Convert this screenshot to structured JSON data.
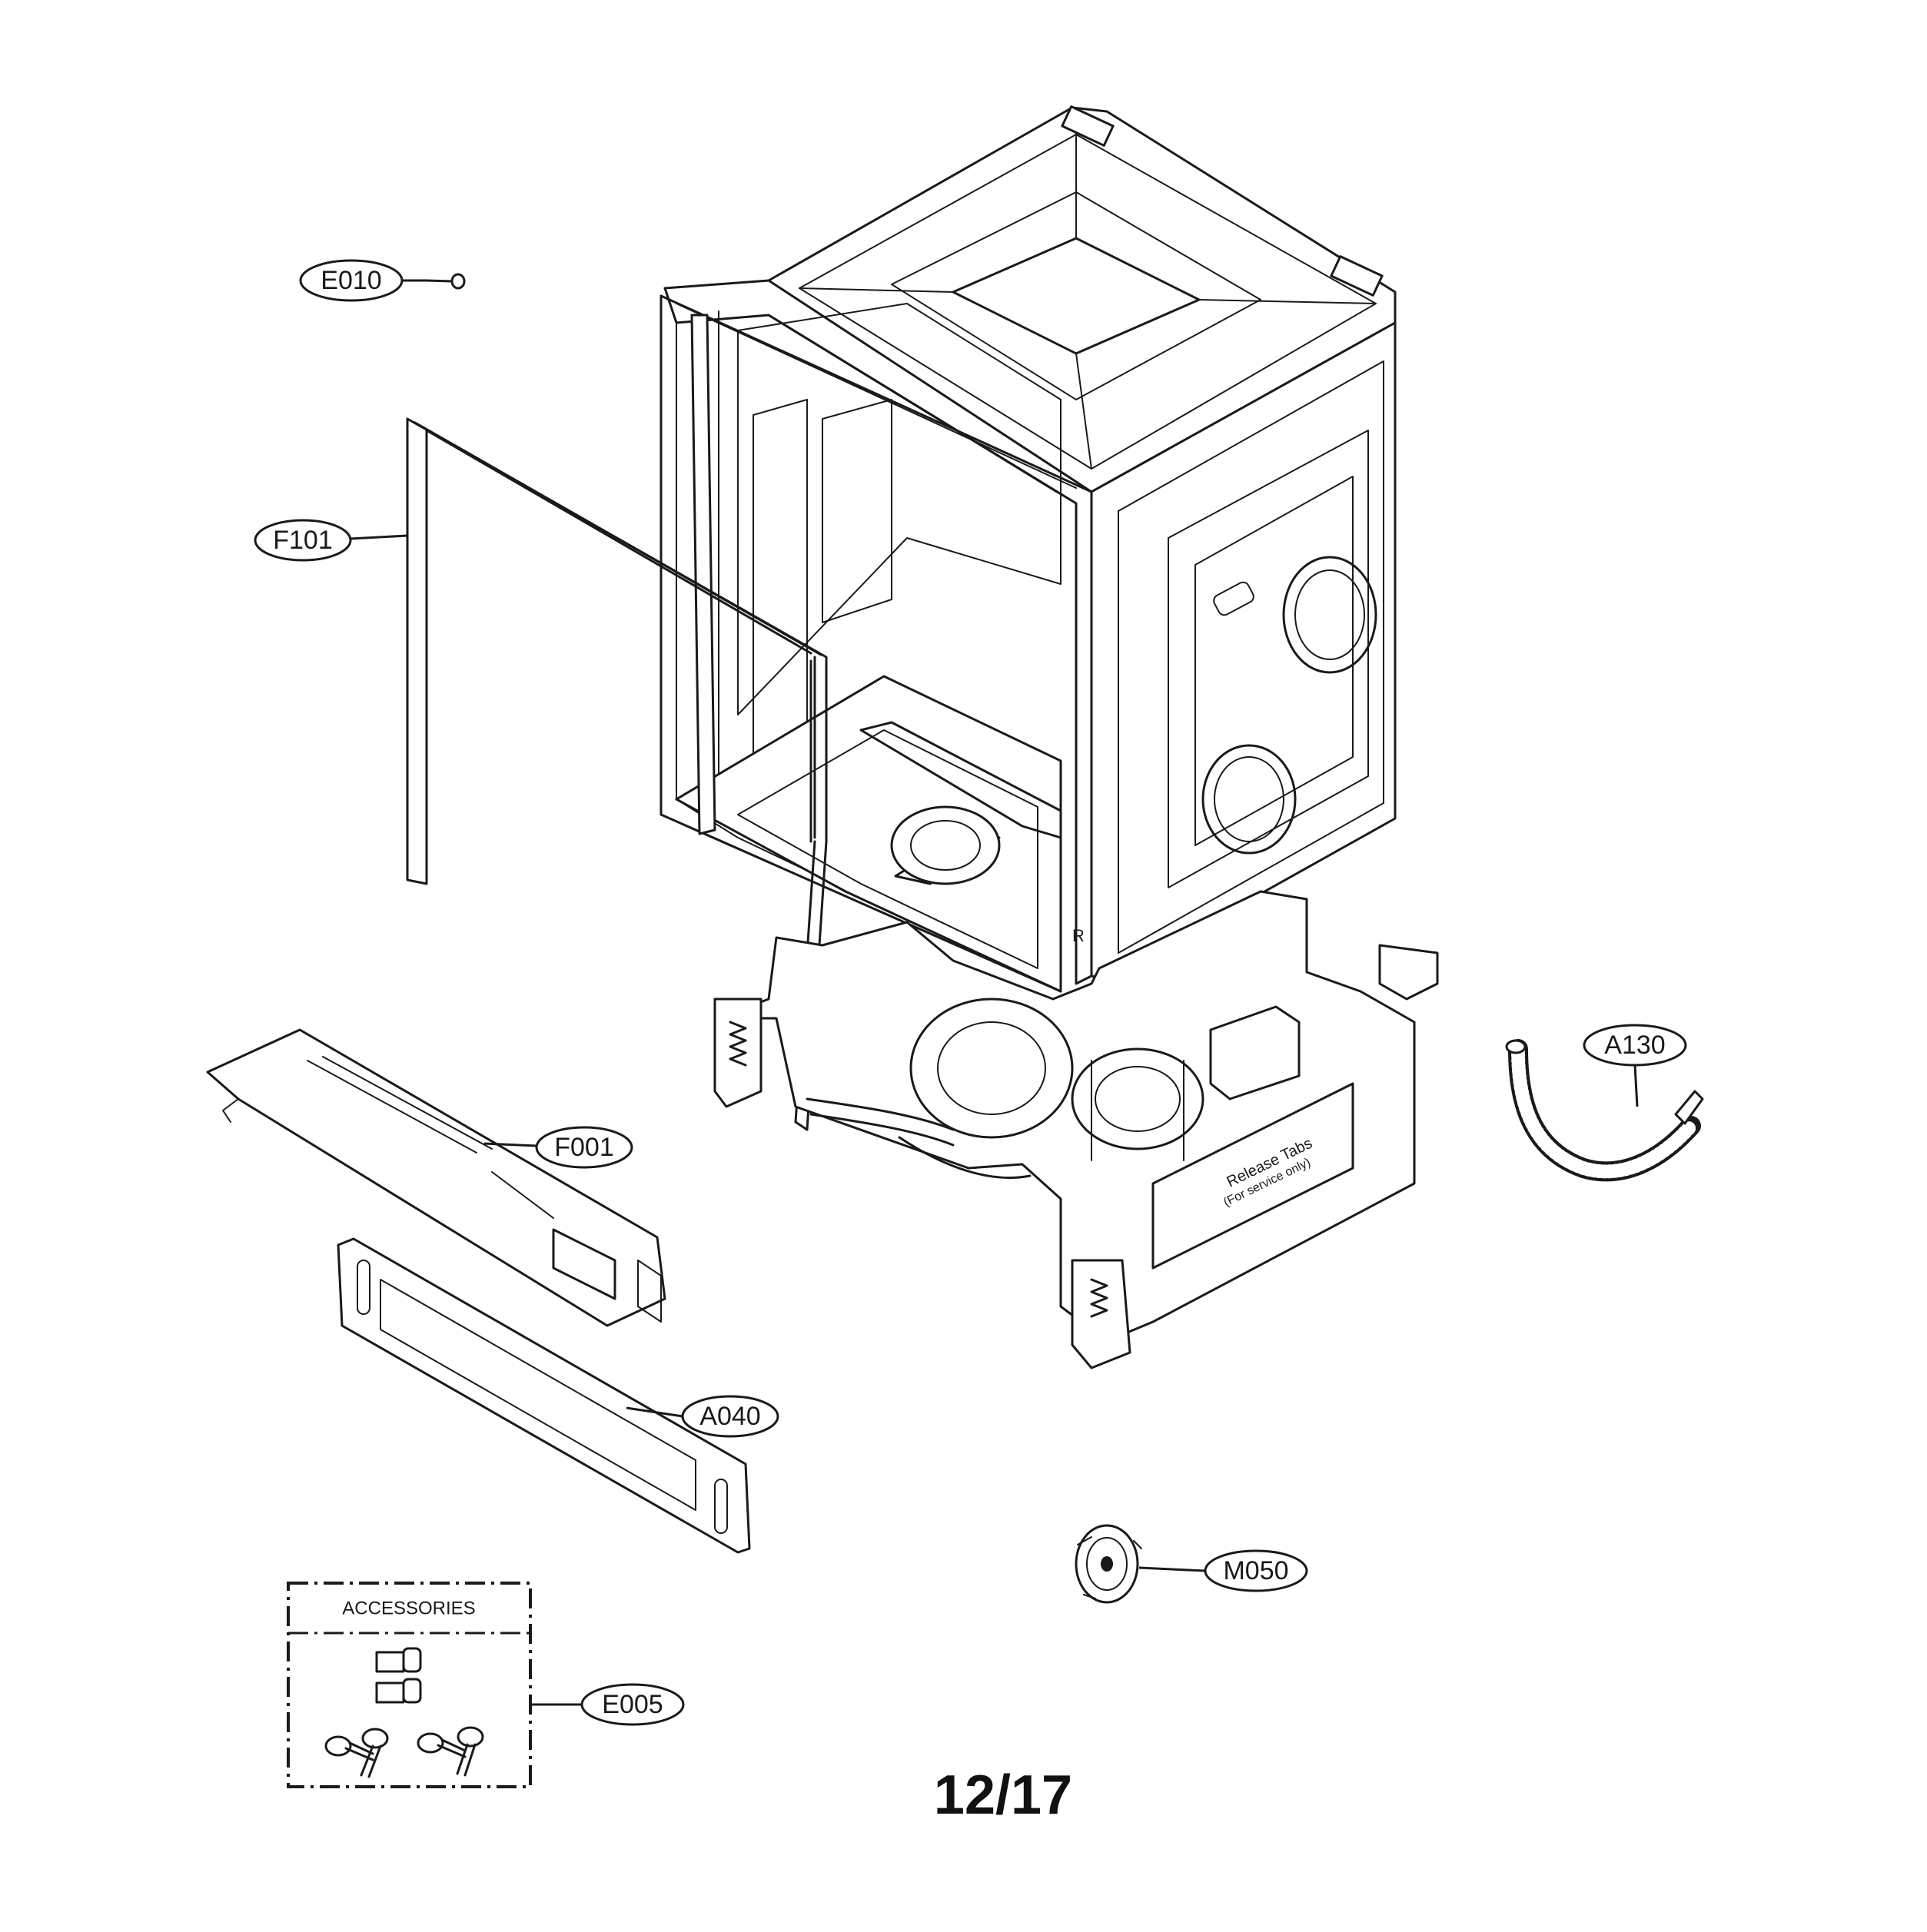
{
  "callouts": {
    "e010": "E010",
    "f101": "F101",
    "f001": "F001",
    "a040": "A040",
    "a130": "A130",
    "m050": "M050",
    "e005": "E005"
  },
  "accessories_title": "ACCESSORIES",
  "tank_labels": {
    "release_tabs": "Release Tabs",
    "service_only": "(For service only)",
    "side_letter": "R"
  },
  "page_number": "12/17"
}
